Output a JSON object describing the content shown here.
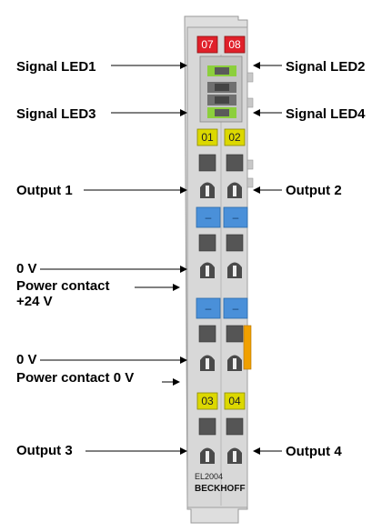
{
  "labels": {
    "signal_led1": "Signal LED1",
    "signal_led2": "Signal LED2",
    "signal_led3": "Signal LED3",
    "signal_led4": "Signal LED4",
    "output1": "Output 1",
    "output2": "Output 2",
    "zero_v_a": "0 V",
    "power_contact_24v_line1": "Power contact",
    "power_contact_24v_line2": "+24 V",
    "zero_v_b": "0 V",
    "power_contact_0v": "Power contact 0 V",
    "output3": "Output 3",
    "output4": "Output 4"
  },
  "terminal": {
    "badges": {
      "b07": "07",
      "b08": "08",
      "b01": "01",
      "b02": "02",
      "b03": "03",
      "b04": "04"
    },
    "minus_a": "–",
    "minus_b": "–",
    "minus_c": "–",
    "minus_d": "–",
    "model": "EL2004",
    "brand": "BECKHOFF"
  },
  "colors": {
    "red_badge": "#e0202a",
    "yellow_badge": "#dcd800",
    "blue_block": "#4a90d9",
    "orange_strip": "#f0a000",
    "housing": "#dcdcdc",
    "led_green": "#8ccf3c"
  }
}
